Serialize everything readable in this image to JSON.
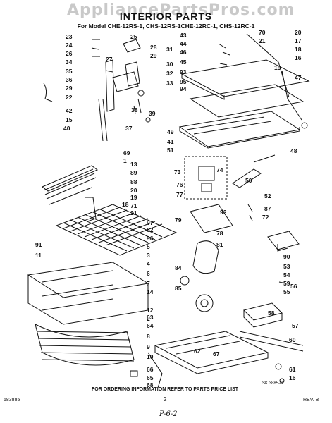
{
  "watermark": "AppliancePartsPros.com",
  "title": "INTERIOR PARTS",
  "subtitle": "For Model CHE-12RS-1, CHS-12RS-1CHE-12RC-1, CHS-12RC-1",
  "footer_note": "FOR ORDERING INFORMATION REFER TO PARTS PRICE LIST",
  "page_number": "2",
  "doc_code": "583885",
  "revision": "REV. B",
  "drawing_ref": "SK 3885-B",
  "handwritten": "P-6-2",
  "callouts": [
    "23",
    "24",
    "26",
    "34",
    "35",
    "36",
    "29",
    "22",
    "42",
    "15",
    "40",
    "25",
    "28",
    "27",
    "29",
    "30",
    "32",
    "33",
    "31",
    "38",
    "39",
    "37",
    "43",
    "44",
    "46",
    "45",
    "93",
    "95",
    "94",
    "70",
    "21",
    "20",
    "17",
    "18",
    "16",
    "19",
    "47",
    "49",
    "41",
    "51",
    "48",
    "69",
    "1",
    "13",
    "89",
    "88",
    "20",
    "19",
    "71",
    "21",
    "18",
    "97",
    "62",
    "96",
    "73",
    "74",
    "76",
    "77",
    "50",
    "52",
    "87",
    "72",
    "92",
    "79",
    "78",
    "81",
    "91",
    "11",
    "5",
    "3",
    "4",
    "6",
    "7",
    "14",
    "12",
    "2",
    "84",
    "85",
    "90",
    "53",
    "54",
    "59",
    "55",
    "56",
    "58",
    "57",
    "63",
    "64",
    "60",
    "8",
    "9",
    "10",
    "66",
    "65",
    "68",
    "62",
    "67",
    "61",
    "16"
  ]
}
